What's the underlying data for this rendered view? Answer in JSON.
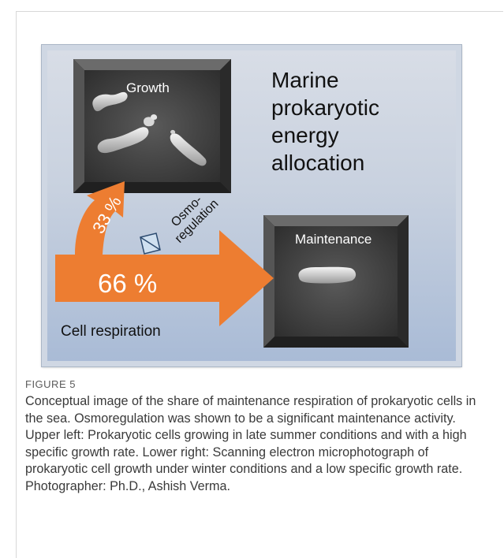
{
  "figure": {
    "title": "Marine\nprokaryotic\nenergy\nallocation",
    "photo_growth_label": "Growth",
    "photo_maintenance_label": "Maintenance",
    "main_arrow_percent": "66 %",
    "branch_arrow_percent": "33 %",
    "osmoregulation_line1": "Osmo-",
    "osmoregulation_line2": "regulation",
    "respiration_label": "Cell respiration",
    "colors": {
      "arrow": "#ed7d31",
      "photo_dark": "#3a3a3a",
      "background_top": "#d8dde6",
      "background_bottom": "#a9bbd6"
    }
  },
  "caption": {
    "number": "FIGURE 5",
    "text": "Conceptual image of the share of maintenance respiration of prokaryotic cells in the sea. Osmoregulation was shown to be a significant maintenance activity. Upper left: Prokaryotic cells growing in late summer conditions and with a high specific growth rate. Lower right: Scanning electron microphotograph of prokaryotic cell growth under winter conditions and a low specific growth rate. Photographer: Ph.D., Ashish Verma."
  }
}
